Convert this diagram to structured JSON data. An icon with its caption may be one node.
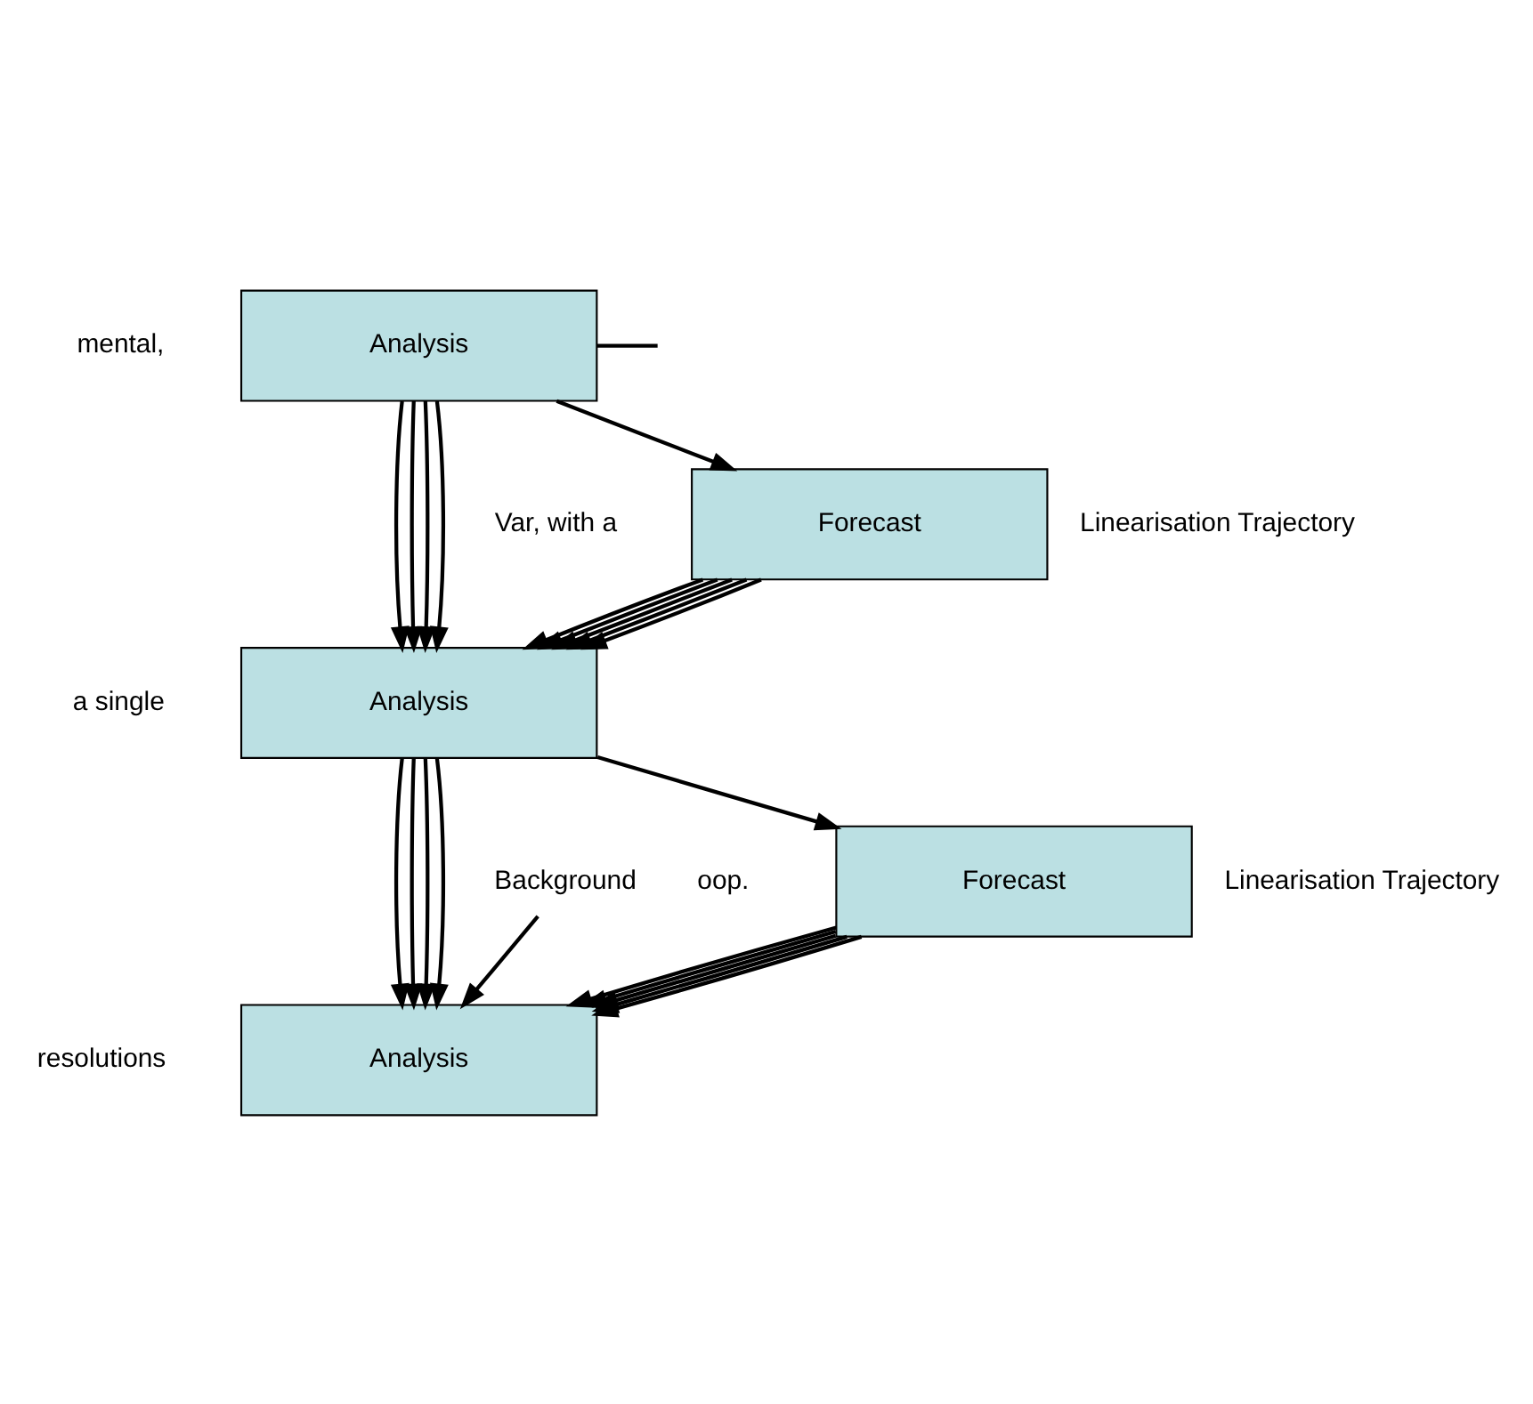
{
  "diagram": {
    "nodes": [
      {
        "text": [
          "Analysis"
        ]
      },
      {
        "text": [
          "Forecast"
        ]
      },
      {
        "text": [
          "Analysis"
        ]
      },
      {
        "text": [
          "Forecast"
        ]
      },
      {
        "text": [
          "Analysis"
        ]
      },
      {
        "text": [
          "Background"
        ]
      }
    ],
    "edges": [
      {
        "from": 0,
        "to": null,
        "arrow": "none"
      },
      {
        "from": 0,
        "to": 2,
        "arrow": "to"
      },
      {
        "from": 0,
        "to": 2,
        "arrow": "to"
      },
      {
        "from": 0,
        "to": 2,
        "arrow": "to"
      },
      {
        "from": 0,
        "to": 2,
        "arrow": "to"
      },
      {
        "from": 0,
        "to": 1,
        "arrow": "to"
      },
      {
        "from": 1,
        "to": 2,
        "arrow": "to"
      },
      {
        "from": 1,
        "to": 2,
        "arrow": "to"
      },
      {
        "from": 1,
        "to": 2,
        "arrow": "to"
      },
      {
        "from": 1,
        "to": 2,
        "arrow": "to"
      },
      {
        "from": 1,
        "to": 2,
        "arrow": "to"
      },
      {
        "from": 2,
        "to": 4,
        "arrow": "to"
      },
      {
        "from": 2,
        "to": 4,
        "arrow": "to"
      },
      {
        "from": 2,
        "to": 4,
        "arrow": "to"
      },
      {
        "from": 2,
        "to": 4,
        "arrow": "to"
      },
      {
        "from": 2,
        "to": 3,
        "arrow": "to"
      },
      {
        "from": 3,
        "to": 4,
        "arrow": "to"
      },
      {
        "from": 3,
        "to": 4,
        "arrow": "to"
      },
      {
        "from": 3,
        "to": 4,
        "arrow": "to"
      },
      {
        "from": 3,
        "to": 4,
        "arrow": "to"
      },
      {
        "from": 3,
        "to": 4,
        "arrow": "to"
      },
      {
        "from": 5,
        "to": 4,
        "arrow": "to"
      }
    ],
    "labels": [
      "Linearisation Trajectory",
      "Linearisation Trajectory",
      "mental,",
      "Var, with a",
      "a single",
      "oop.",
      "resolutions"
    ]
  }
}
